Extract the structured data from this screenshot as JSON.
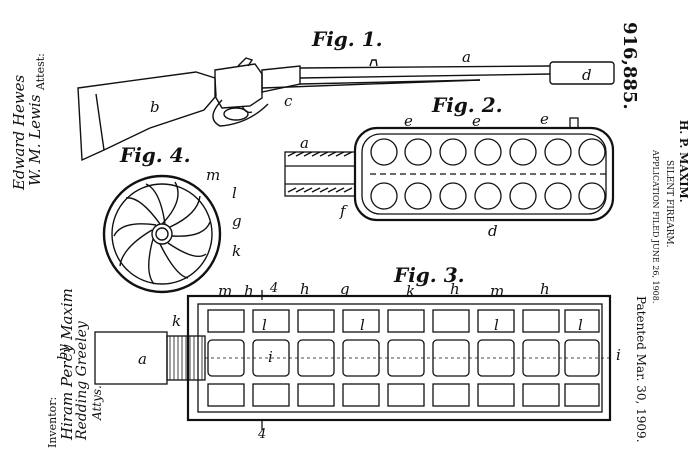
{
  "patent": {
    "number": "916,885.",
    "inventor_line": "H. P. MAXIM.",
    "title": "SILENT FIREARM.",
    "application": "APPLICATION FILED JUNE 26, 1908.",
    "patented": "Patented Mar. 30, 1909."
  },
  "attest": {
    "label": "Attest:",
    "sig1": "Edward Hewes",
    "sig2": "W. M. Lewis"
  },
  "inventor": {
    "label": "Inventor:",
    "by": "by",
    "sig1": "Hiram Percy Maxim",
    "sig2": "Redding Greeley",
    "sig3": "Attys."
  },
  "figures": {
    "fig1": "Fig. 1.",
    "fig2": "Fig. 2.",
    "fig3": "Fig. 3.",
    "fig4": "Fig. 4."
  },
  "labels": {
    "a": "a",
    "b": "b",
    "c": "c",
    "d": "d",
    "e": "e",
    "f": "f",
    "g": "g",
    "h": "h",
    "i": "i",
    "k": "k",
    "l": "l",
    "m": "m",
    "four": "4"
  },
  "colors": {
    "ink": "#111111",
    "paper": "#ffffff"
  }
}
